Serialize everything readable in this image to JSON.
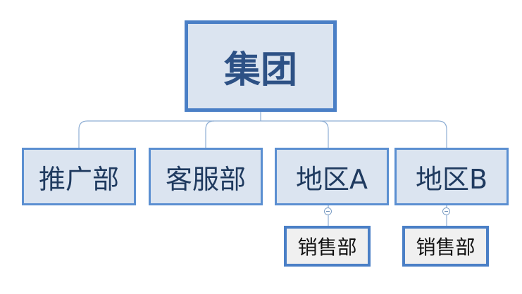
{
  "root": {
    "label": "集团"
  },
  "departments": [
    {
      "label": "推广部"
    },
    {
      "label": "客服部"
    },
    {
      "label": "地区A",
      "children": [
        {
          "label": "销售部"
        }
      ]
    },
    {
      "label": "地区B",
      "children": [
        {
          "label": "销售部"
        }
      ]
    }
  ],
  "colors": {
    "node_fill": "#dbe4f0",
    "node_border": "#5b8fd1",
    "root_border": "#4a7fc6",
    "leaf_fill": "#f0f0f0",
    "connector": "#8eaed4",
    "text": "#1f3a5f"
  }
}
